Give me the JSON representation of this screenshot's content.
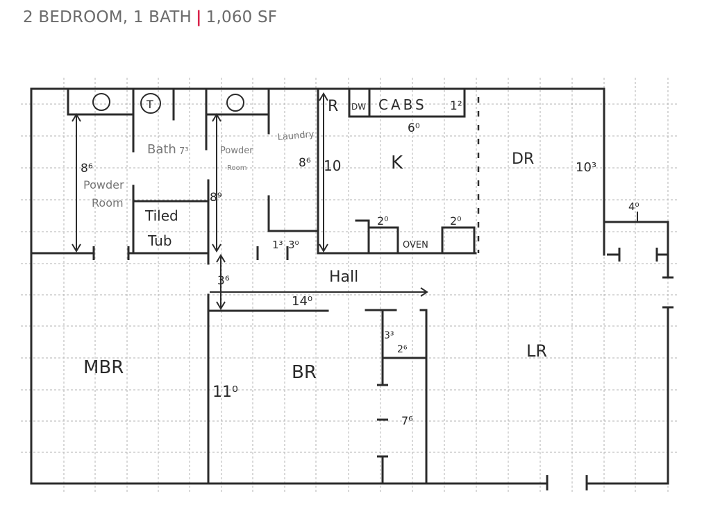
{
  "header": {
    "bedrooms_baths": "2 BEDROOM, 1 BATH",
    "separator": "|",
    "area": "1,060 SF",
    "accent_color": "#d9224a",
    "text_color": "#6b6b6b"
  },
  "floor_plan": {
    "rooms": {
      "mbr": "MBR",
      "br": "BR",
      "lr": "LR",
      "dr": "DR",
      "kitchen": "K",
      "hall": "Hall",
      "bath": "Bath",
      "powder_room_left_1": "Powder",
      "powder_room_left_2": "Room",
      "powder_room_right_1": "Powder",
      "powder_room_right_2": "Room",
      "laundry": "Laundry",
      "tiled_tub_1": "Tiled",
      "tiled_tub_2": "Tub"
    },
    "fixtures": {
      "refrigerator": "R",
      "dishwasher": "DW",
      "cabinets": "CABS",
      "oven": "OVEN",
      "toilet": "T"
    },
    "dimensions": {
      "left_powder_height": "8⁶",
      "bath_width": "7³",
      "right_powder_height": "8⁹",
      "laundry_height": "8⁶",
      "kitchen_height": "10",
      "cabs_depth": "1²",
      "cabs_length": "6⁰",
      "counter_left": "2⁰",
      "counter_right": "2⁰",
      "dr_height": "10³",
      "entry_width": "4⁰",
      "laundry_small": "1³",
      "laundry_width": "3⁰",
      "hall_width": "3⁶",
      "hall_length": "14⁰",
      "closet_height": "3³",
      "closet_width": "2⁶",
      "br_height": "11⁰",
      "br_closet_length": "7⁶"
    }
  }
}
